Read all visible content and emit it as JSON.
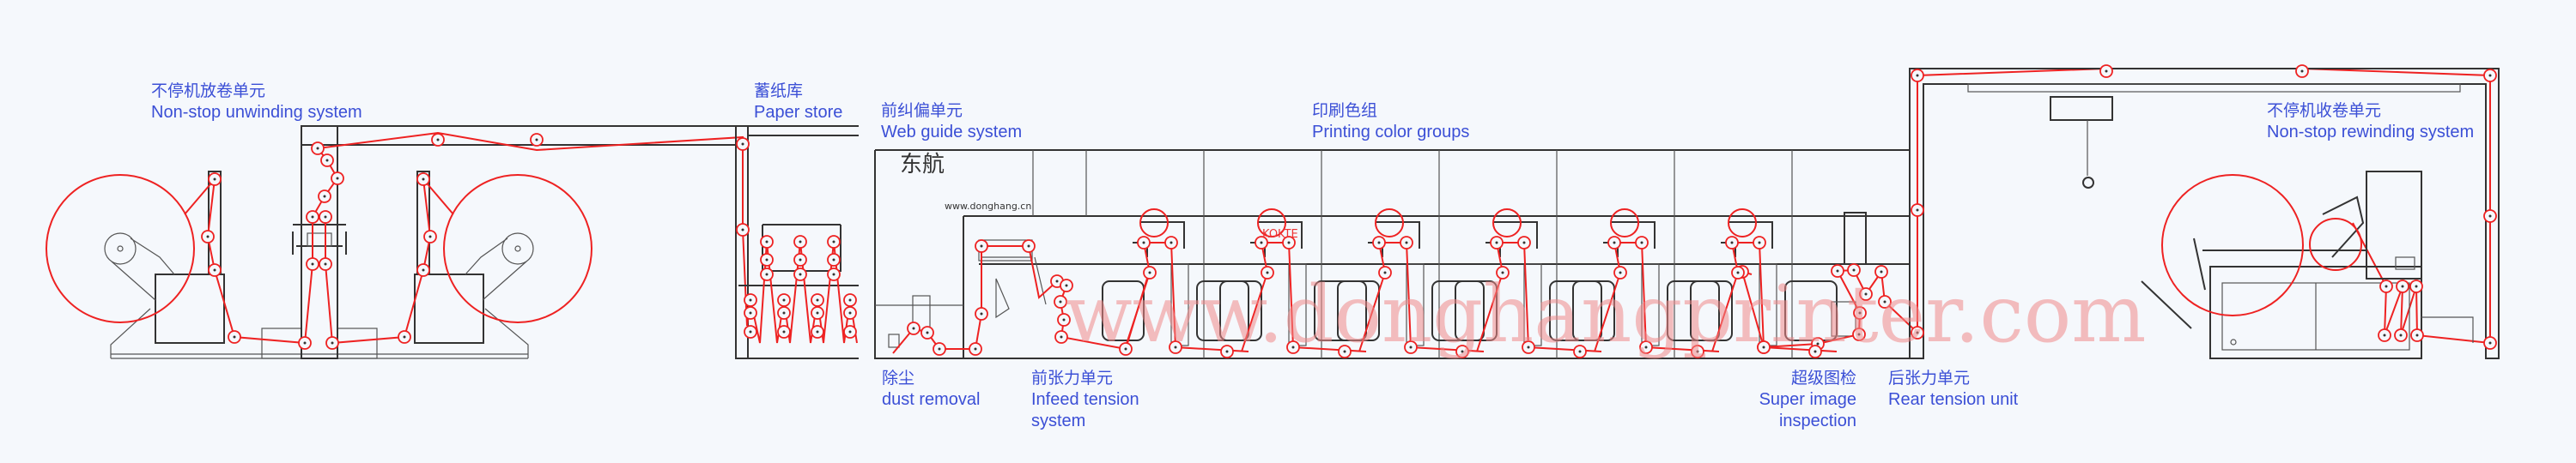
{
  "labels": {
    "unwinding": {
      "zh": "不停机放卷单元",
      "en": "Non-stop unwinding system"
    },
    "paper_store": {
      "zh": "蓄纸库",
      "en": "Paper store"
    },
    "web_guide": {
      "zh": "前纠偏单元",
      "en": "Web guide system"
    },
    "printing": {
      "zh": "印刷色组",
      "en": "Printing color groups"
    },
    "rewinding": {
      "zh": "不停机收卷单元",
      "en": "Non-stop rewinding system"
    },
    "dust": {
      "zh": "除尘",
      "en": "dust removal"
    },
    "infeed": {
      "zh": "前张力单元",
      "en_line1": "Infeed tension",
      "en_line2": "system"
    },
    "inspection": {
      "zh": "超级图检",
      "en_line1": "Super image",
      "en_line2": "inspection"
    },
    "rear_tension": {
      "zh": "后张力单元",
      "en": "Rear tension unit"
    }
  },
  "brand": {
    "logo": "东航",
    "url": "www.donghang.cn",
    "tag": "KOKTE"
  },
  "watermark": "www.donghangprinter.com",
  "colors": {
    "label": "#3b4fd6",
    "web": "#ee2222",
    "frame": "#333333",
    "watermark": "#f08a8a"
  }
}
